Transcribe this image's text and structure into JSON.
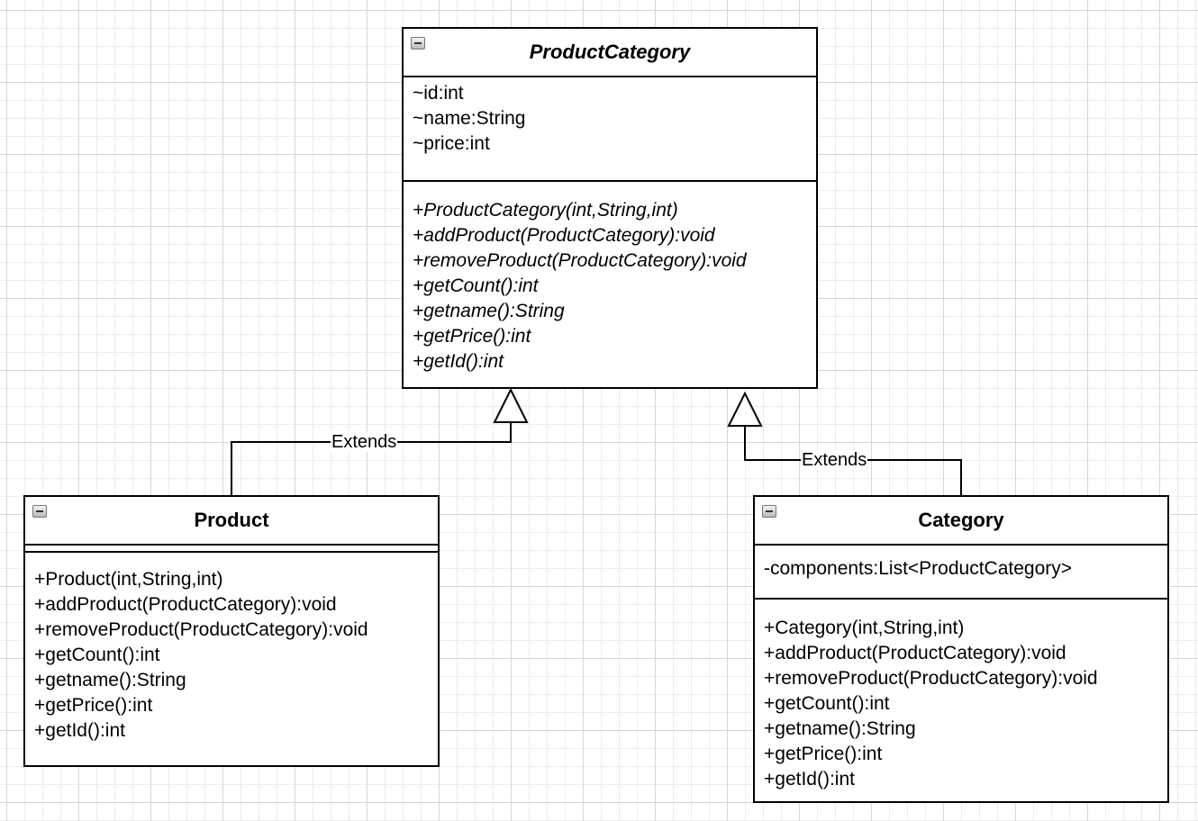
{
  "classes": {
    "product_category": {
      "name": "ProductCategory",
      "attributes": [
        "~id:int",
        "~name:String",
        "~price:int"
      ],
      "methods": [
        "+ProductCategory(int,String,int)",
        "+addProduct(ProductCategory):void",
        "+removeProduct(ProductCategory):void",
        "+getCount():int",
        "+getname():String",
        "+getPrice():int",
        "+getId():int"
      ]
    },
    "product": {
      "name": "Product",
      "attributes": [],
      "methods": [
        "+Product(int,String,int)",
        "+addProduct(ProductCategory):void",
        "+removeProduct(ProductCategory):void",
        "+getCount():int",
        "+getname():String",
        "+getPrice():int",
        "+getId():int"
      ]
    },
    "category": {
      "name": "Category",
      "attributes": [
        "-components:List<ProductCategory>"
      ],
      "methods": [
        "+Category(int,String,int)",
        "+addProduct(ProductCategory):void",
        "+removeProduct(ProductCategory):void",
        "+getCount():int",
        "+getname():String",
        "+getPrice():int",
        "+getId():int"
      ]
    }
  },
  "relations": {
    "product_extends": "Extends",
    "category_extends": "Extends"
  },
  "icons": {
    "collapse": "collapse-icon",
    "inheritance_arrow": "hollow-triangle-arrow-icon"
  }
}
